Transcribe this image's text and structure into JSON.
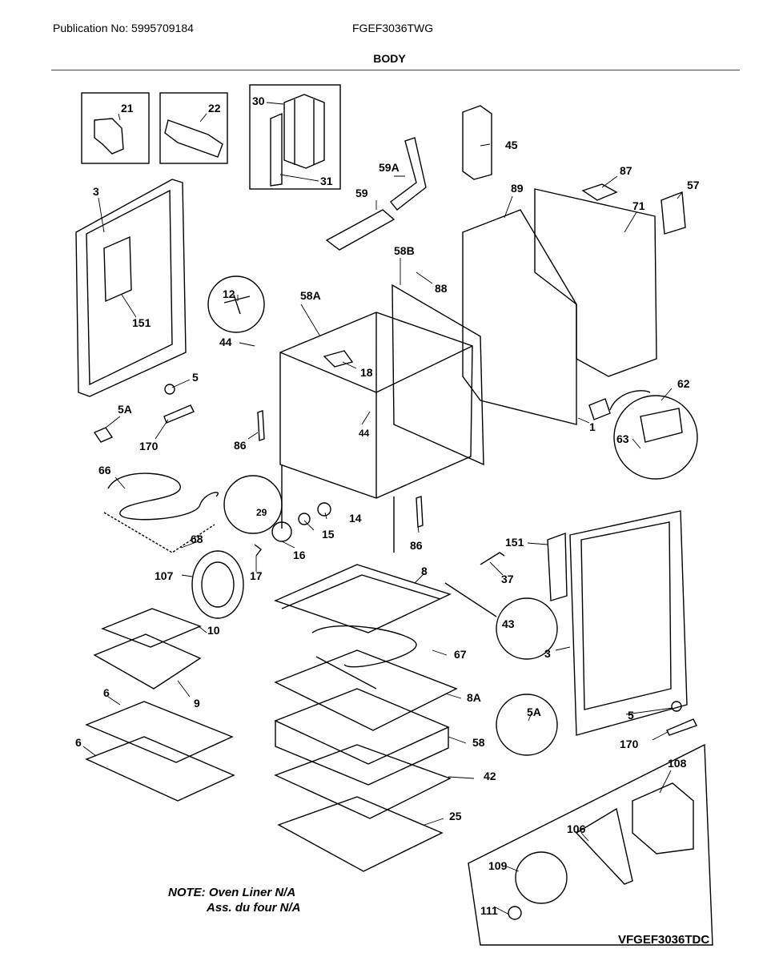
{
  "header": {
    "publication": "Publication No: 5995709184",
    "model": "FGEF3036TWG",
    "section_title": "BODY"
  },
  "callouts": [
    "21",
    "22",
    "30",
    "31",
    "45",
    "59A",
    "59",
    "87",
    "89",
    "57",
    "71",
    "3",
    "151",
    "12",
    "58B",
    "88",
    "58A",
    "44",
    "18",
    "5",
    "5A",
    "170",
    "86",
    "44",
    "62",
    "63",
    "1",
    "66",
    "29",
    "14",
    "68",
    "15",
    "16",
    "86",
    "107",
    "17",
    "151",
    "37",
    "8",
    "43",
    "10",
    "67",
    "3",
    "9",
    "6",
    "8A",
    "5A",
    "5",
    "6",
    "58",
    "170",
    "108",
    "42",
    "25",
    "106",
    "109",
    "111"
  ],
  "note": {
    "line1": "NOTE: Oven Liner N/A",
    "line2": "Ass. du four N/A"
  },
  "diagram_code": "VFGEF3036TDC"
}
